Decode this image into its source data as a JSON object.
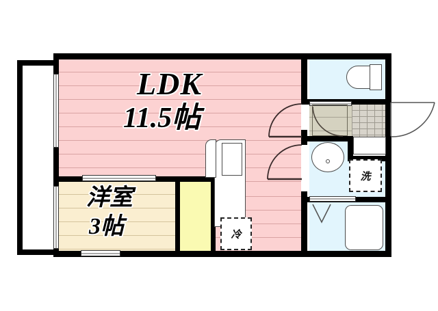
{
  "plan": {
    "type": "japanese-apartment-floorplan",
    "layout_code": "1LDK",
    "background": "#ffffff",
    "colors": {
      "wall": "#000000",
      "ldk_fill": "#fcd2d2",
      "ldk_hatch": "#d9a3a3",
      "bedroom_fill": "#faeed0",
      "bedroom_hatch": "#d4c39c",
      "closet_fill": "#fafab2",
      "water_area_fill": "#e2f5fd",
      "storage_fill": "#d5d2c0",
      "genkan_tile_fill": "#d8d4cb",
      "fixture_outline": "#4a4a4a"
    }
  },
  "rooms": [
    {
      "id": "ldk",
      "name": "LDK",
      "size": "11.5帖",
      "name_label": "LDK",
      "size_label": "11.5帖",
      "fill": "pink-hatched",
      "description": "Living Dining Kitchen"
    },
    {
      "id": "bedroom",
      "name": "洋室",
      "size": "3帖",
      "name_label": "洋室",
      "size_label": "3帖",
      "fill": "cream-hatched",
      "description": "Western style room"
    }
  ],
  "appliance_spaces": [
    {
      "id": "refrigerator",
      "label": "冷",
      "description": "refrigerator space"
    },
    {
      "id": "washing-machine",
      "label": "洗",
      "description": "washing machine space"
    }
  ],
  "fixtures": [
    {
      "id": "toilet",
      "name": "toilet"
    },
    {
      "id": "washbasin",
      "name": "wash basin"
    },
    {
      "id": "bathtub",
      "name": "bathtub"
    },
    {
      "id": "kitchen-counter",
      "name": "kitchen counter"
    },
    {
      "id": "kitchen-sink",
      "name": "kitchen sink"
    },
    {
      "id": "shoe-closet",
      "name": "shoe closet"
    },
    {
      "id": "closet",
      "name": "closet"
    },
    {
      "id": "genkan",
      "name": "entrance tiled floor"
    },
    {
      "id": "balcony",
      "name": "balcony"
    },
    {
      "id": "entrance-door",
      "name": "entrance door"
    }
  ],
  "openings": [
    {
      "id": "balcony-window-ldk",
      "type": "sliding-window"
    },
    {
      "id": "balcony-window-bedroom",
      "type": "sliding-window"
    },
    {
      "id": "bedroom-window-south",
      "type": "sliding-window"
    },
    {
      "id": "bedroom-door-north",
      "type": "sliding-door"
    },
    {
      "id": "toilet-door",
      "type": "hinged-door"
    },
    {
      "id": "washroom-door",
      "type": "hinged-door"
    },
    {
      "id": "bath-door",
      "type": "folding-door"
    },
    {
      "id": "shoe-closet-door",
      "type": "hinged-door"
    },
    {
      "id": "entrance-door",
      "type": "hinged-door"
    }
  ]
}
